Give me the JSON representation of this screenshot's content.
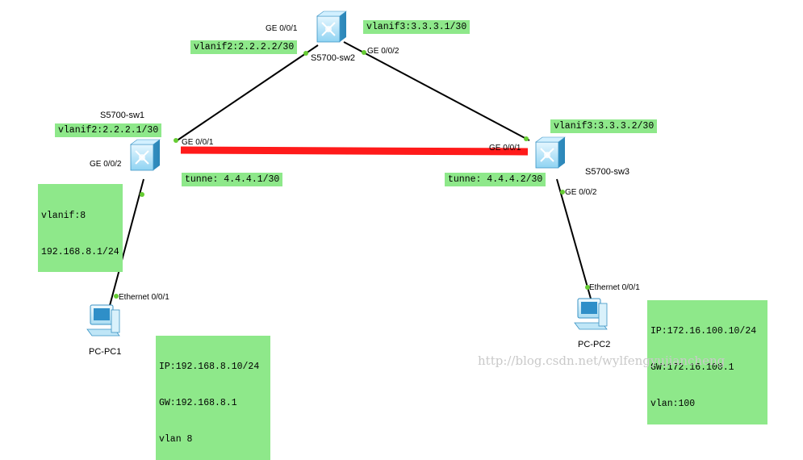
{
  "devices": {
    "sw1": {
      "name": "S5700-sw1"
    },
    "sw2": {
      "name": "S5700-sw2"
    },
    "sw3": {
      "name": "S5700-sw3"
    },
    "pc1": {
      "name": "PC-PC1"
    },
    "pc2": {
      "name": "PC-PC2"
    }
  },
  "ports": {
    "sw2_p1": "GE 0/0/1",
    "sw2_p2": "GE 0/0/2",
    "sw1_p1": "GE 0/0/1",
    "sw1_p2": "GE 0/0/2",
    "sw3_p1": "GE 0/0/1",
    "sw3_p2": "GE 0/0/2",
    "pc1_eth": "Ethernet 0/0/1",
    "pc2_eth": "Ethernet 0/0/1"
  },
  "labels": {
    "sw2_vlanif2": "vlanif2:2.2.2.2/30",
    "sw2_vlanif3": "vlanif3:3.3.3.1/30",
    "sw1_vlanif2": "vlanif2:2.2.2.1/30",
    "sw3_vlanif3": "vlanif3:3.3.3.2/30",
    "sw1_tunnel": "tunne: 4.4.4.1/30",
    "sw3_tunnel": "tunne: 4.4.4.2/30",
    "sw1_vlanif8_l1": "vlanif:8",
    "sw1_vlanif8_l2": "192.168.8.1/24",
    "pc1_ip": "IP:192.168.8.10/24",
    "pc1_gw": "GW:192.168.8.1",
    "pc1_vlan": "vlan 8",
    "pc2_ip": "IP:172.16.100.10/24",
    "pc2_gw": "GW:172.16.100.1",
    "pc2_vlan": "vlan:100"
  },
  "watermark": "http://blog.csdn.net/wylfengyujiancheng",
  "colors": {
    "label_bg": "#8ee88a",
    "tunnel": "#ff1a1a",
    "link": "#000000",
    "port_dot": "#66cc33"
  }
}
